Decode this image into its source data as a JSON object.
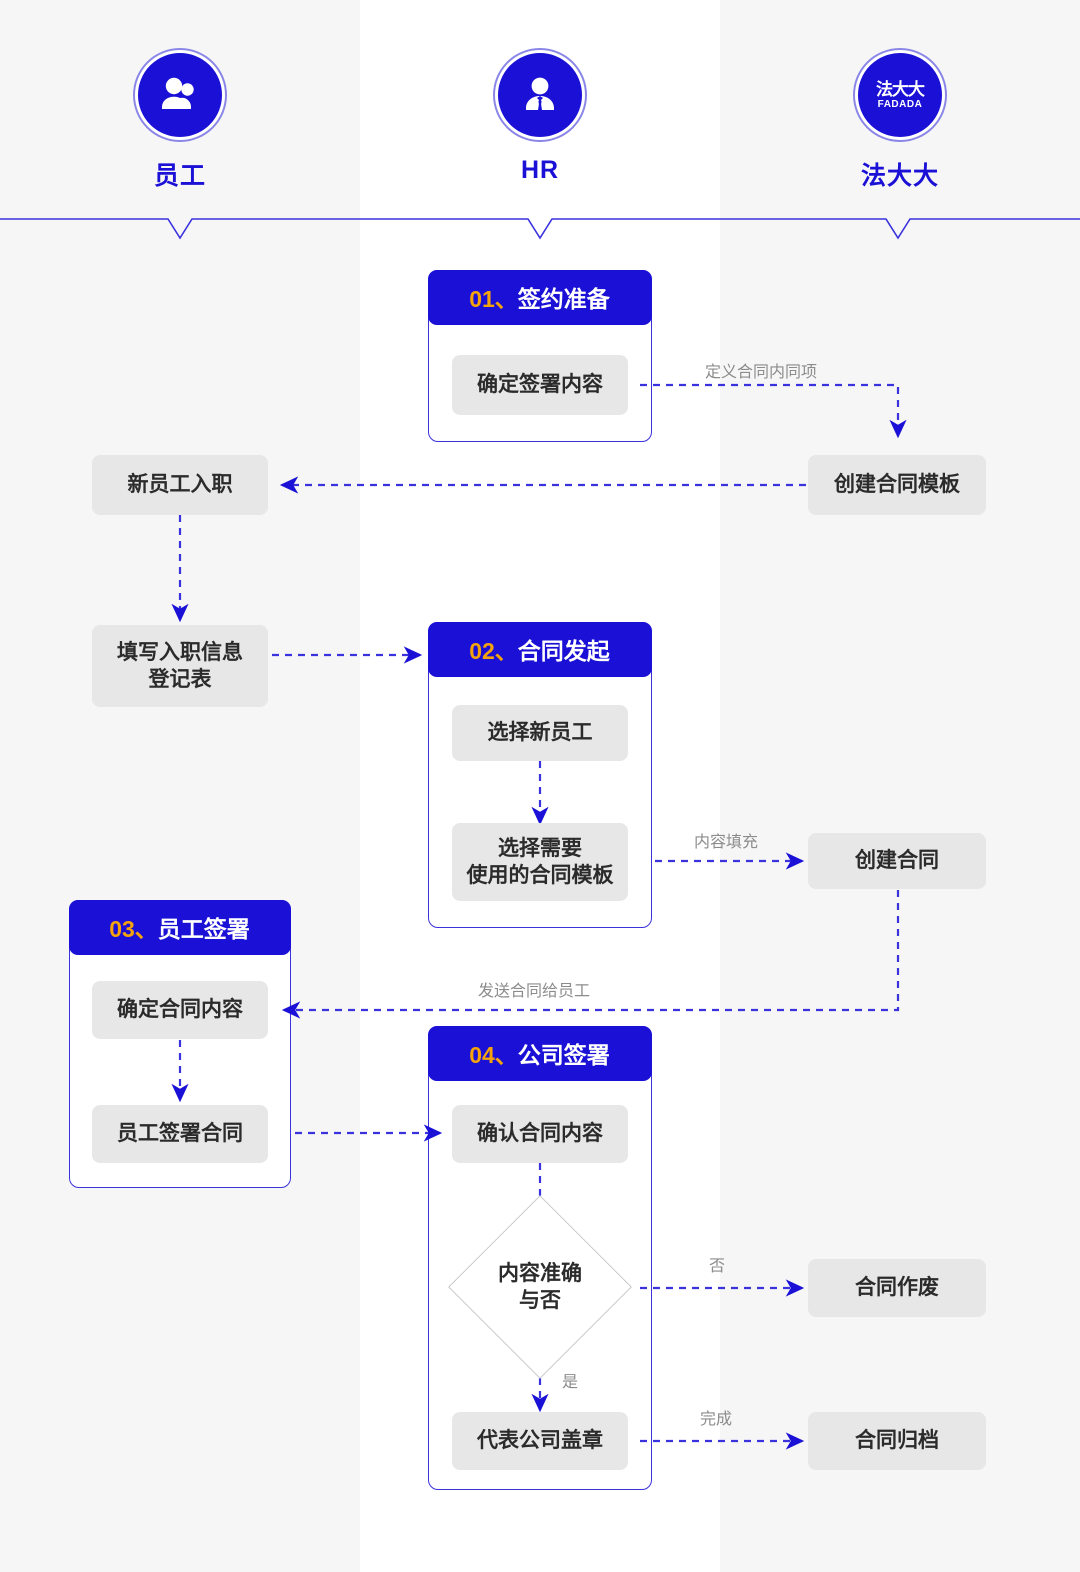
{
  "colors": {
    "brand_blue": "#1a10d6",
    "accent_orange": "#f5a30c",
    "node_gray": "#e7e7e7",
    "lane_gray": "#f6f6f6",
    "label_gray": "#8c8c8c"
  },
  "lanes": [
    {
      "key": "employee",
      "label": "员工",
      "icon": "two-people-icon"
    },
    {
      "key": "hr",
      "label": "HR",
      "icon": "person-tie-icon"
    },
    {
      "key": "fadada",
      "label": "法大大",
      "icon": "fadada-logo-icon",
      "logo_cn": "法大大",
      "logo_en": "FADADA"
    }
  ],
  "groups": [
    {
      "key": "g01",
      "num": "01、",
      "title": "签约准备"
    },
    {
      "key": "g02",
      "num": "02、",
      "title": "合同发起"
    },
    {
      "key": "g03",
      "num": "03、",
      "title": "员工签署"
    },
    {
      "key": "g04",
      "num": "04、",
      "title": "公司签署"
    }
  ],
  "nodes": {
    "confirm_sign_content": "确定签署内容",
    "create_template": "创建合同模板",
    "new_employee_onboard": "新员工入职",
    "fill_onboard_form": "填写入职信息\n登记表",
    "select_new_employee": "选择新员工",
    "select_template": "选择需要\n使用的合同模板",
    "create_contract": "创建合同",
    "confirm_contract_content": "确定合同内容",
    "employee_sign_contract": "员工签署合同",
    "verify_contract_content": "确认合同内容",
    "decision_accurate": "内容准确\n与否",
    "company_seal": "代表公司盖章",
    "contract_void": "合同作废",
    "contract_archive": "合同归档"
  },
  "node_lines": {
    "fill_onboard_form": [
      "填写入职信息",
      "登记表"
    ],
    "select_template": [
      "选择需要",
      "使用的合同模板"
    ],
    "decision_accurate": [
      "内容准确",
      "与否"
    ]
  },
  "edge_labels": {
    "define_terms": "定义合同内同项",
    "content_fill": "内容填充",
    "send_to_employee": "发送合同给员工",
    "no": "否",
    "yes": "是",
    "done": "完成"
  }
}
